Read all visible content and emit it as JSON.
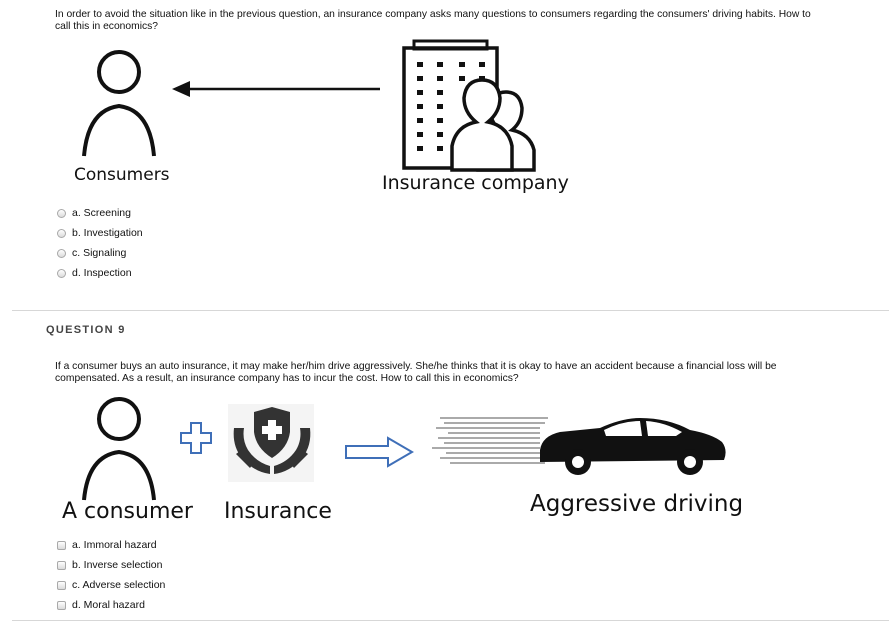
{
  "q8": {
    "question_line1": "In order to avoid the situation like in the previous question, an insurance company asks many questions to consumers regarding the consumers' driving habits. How to",
    "question_line2": "call this in economics?",
    "fig": {
      "consumers_label": "Consumers",
      "company_label": "Insurance company",
      "icons": [
        "person-outline-icon",
        "arrow-left-icon",
        "office-building-icon",
        "people-group-icon"
      ]
    },
    "options": [
      {
        "label": "a. Screening",
        "selected": false
      },
      {
        "label": "b. Investigation",
        "selected": false
      },
      {
        "label": "c. Signaling",
        "selected": false
      },
      {
        "label": "d. Inspection",
        "selected": false
      }
    ]
  },
  "q9": {
    "header": "QUESTION 9",
    "question_line1": "If a consumer buys an auto insurance, it may make her/him drive aggressively. She/he thinks that it is okay to have an accident because a financial loss will be",
    "question_line2": "compensated. As a result, an insurance company has to incur the cost. How to call this in economics?",
    "fig": {
      "consumer_label": "A consumer",
      "insurance_label": "Insurance",
      "driving_label": "Aggressive driving",
      "icons": [
        "person-outline-icon",
        "plus-icon",
        "shield-hands-icon",
        "arrow-right-outline-icon",
        "speeding-car-icon"
      ],
      "colors": {
        "accent_blue": "#3f6fb8",
        "icon_dark": "#333333"
      }
    },
    "options": [
      {
        "label": "a. Immoral hazard",
        "selected": false
      },
      {
        "label": "b. Inverse selection",
        "selected": false
      },
      {
        "label": "c. Adverse selection",
        "selected": false
      },
      {
        "label": "d. Moral hazard",
        "selected": false
      }
    ]
  }
}
